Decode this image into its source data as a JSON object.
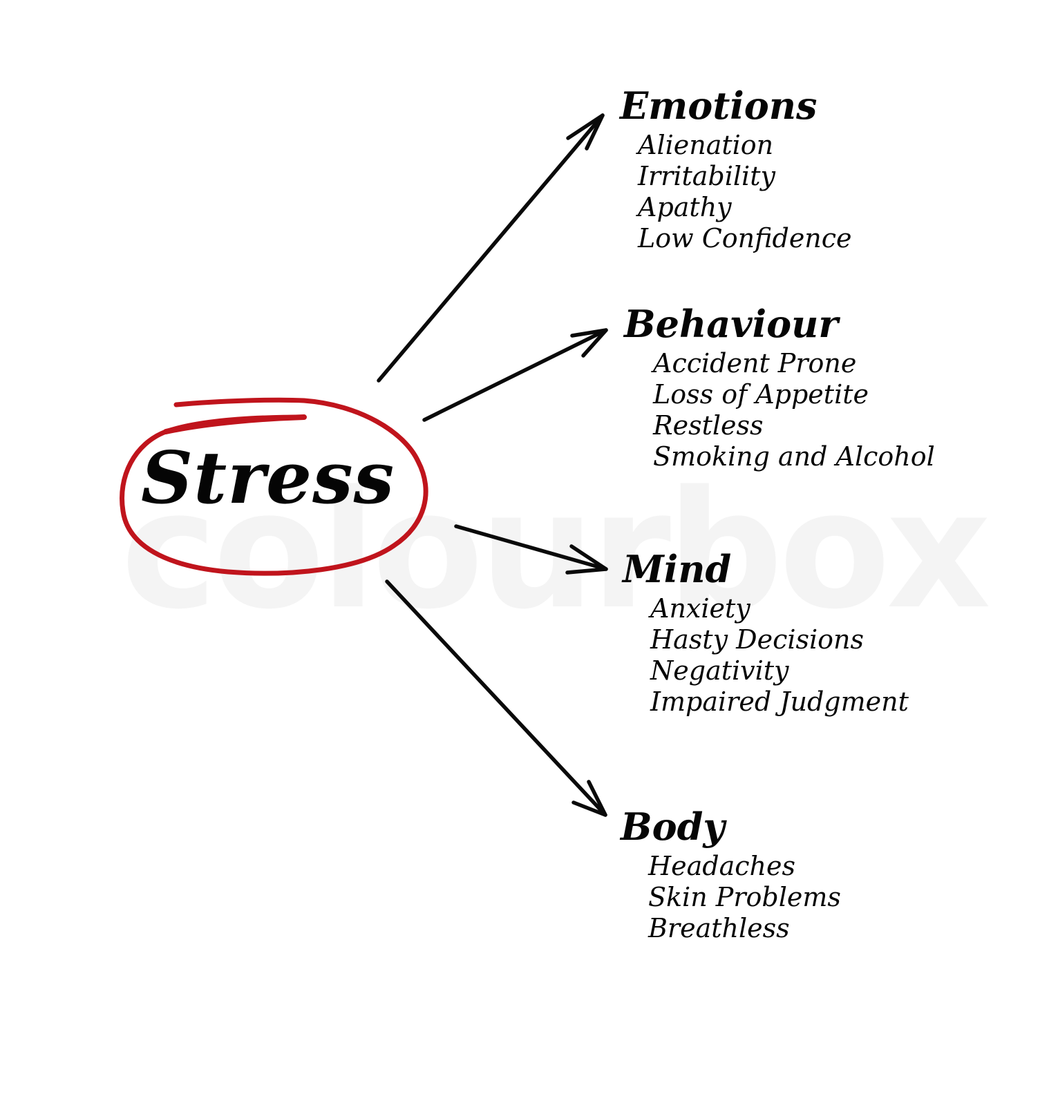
{
  "watermark": "colourbox",
  "center": {
    "label": "Stress",
    "circle_color": "#c0141c"
  },
  "arrow_color": "#0a0a0a",
  "branches": [
    {
      "title": "Emotions",
      "items": [
        "Alienation",
        "Irritability",
        "Apathy",
        "Low Confidence"
      ]
    },
    {
      "title": "Behaviour",
      "items": [
        "Accident Prone",
        "Loss of Appetite",
        "Restless",
        "Smoking and Alcohol"
      ]
    },
    {
      "title": "Mind",
      "items": [
        "Anxiety",
        "Hasty Decisions",
        "Negativity",
        "Impaired Judgment"
      ]
    },
    {
      "title": "Body",
      "items": [
        "Headaches",
        "Skin Problems",
        "Breathless"
      ]
    }
  ]
}
